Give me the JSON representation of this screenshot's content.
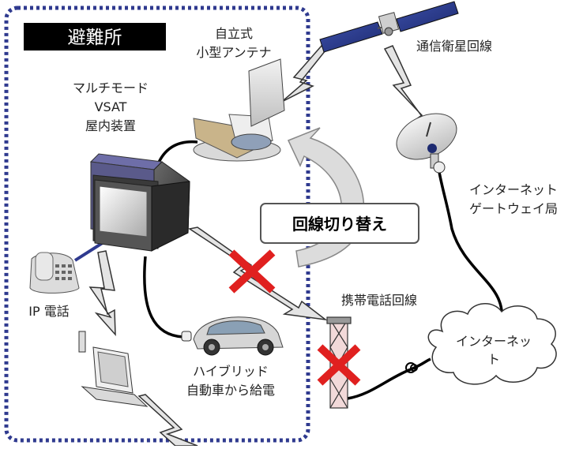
{
  "shelter": {
    "title": "避難所"
  },
  "labels": {
    "antenna_1": "自立式",
    "antenna_2": "小型アンテナ",
    "vsat_1": "マルチモード",
    "vsat_2": "VSAT",
    "vsat_3": "屋内装置",
    "ip_phone": "IP 電話",
    "hybrid_1": "ハイブリッド",
    "hybrid_2": "自動車から給電",
    "satellite_line": "通信衛星回線",
    "gateway_1": "インターネット",
    "gateway_2": "ゲートウェイ局",
    "mobile_line": "携帯電話回線",
    "internet_1": "インターネッ",
    "internet_2": "ト",
    "switch": "回線切り替え"
  },
  "colors": {
    "border": "#2f3a8f",
    "title_bg": "#000000",
    "title_text": "#ffffff",
    "cross": "#e0201f",
    "cable": "#000000"
  },
  "icons": [
    "satellite-icon",
    "antenna-icon",
    "vsat-unit-icon",
    "ip-phone-icon",
    "laptop-icon",
    "hybrid-car-icon",
    "gateway-dish-icon",
    "cell-tower-icon",
    "cloud-icon",
    "cross-mark-icon",
    "curved-arrow-icon",
    "lightning-bolt-icon"
  ]
}
